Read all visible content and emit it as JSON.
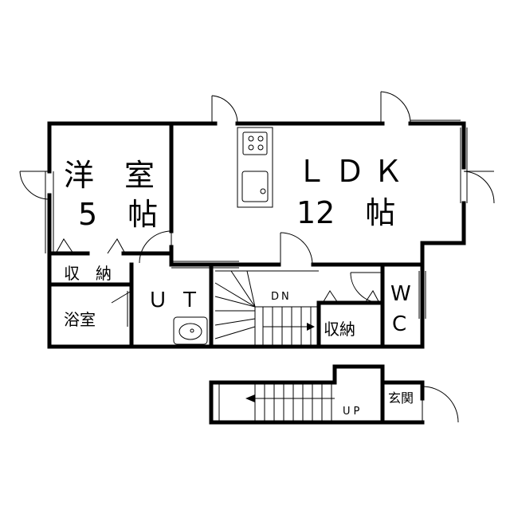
{
  "rooms": {
    "western_room": {
      "name": "洋　室",
      "size": "5　帖"
    },
    "ldk": {
      "name": "ＬＤＫ",
      "size": "12　帖"
    },
    "storage_left": {
      "name": "収　納"
    },
    "utility": {
      "name": "ＵＴ"
    },
    "bath": {
      "name": "浴室"
    },
    "storage_right": {
      "name": "収納"
    },
    "wc_top": {
      "name": "W"
    },
    "wc_bottom": {
      "name": "C"
    },
    "entrance": {
      "name": "玄関"
    }
  },
  "stairs": {
    "down": "DN",
    "up": "UP"
  }
}
